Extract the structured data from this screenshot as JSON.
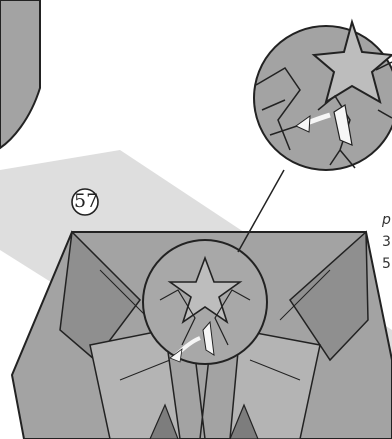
{
  "step": {
    "number": "57"
  },
  "side_text": {
    "line1": "p",
    "line2": "3",
    "line3": "5"
  },
  "colors": {
    "paper": "#a3a3a3",
    "paper_dark": "#7d7d7d",
    "paper_light": "#c4c4c4",
    "line": "#222222",
    "band": "#dedede",
    "white": "#f6f6f6"
  }
}
